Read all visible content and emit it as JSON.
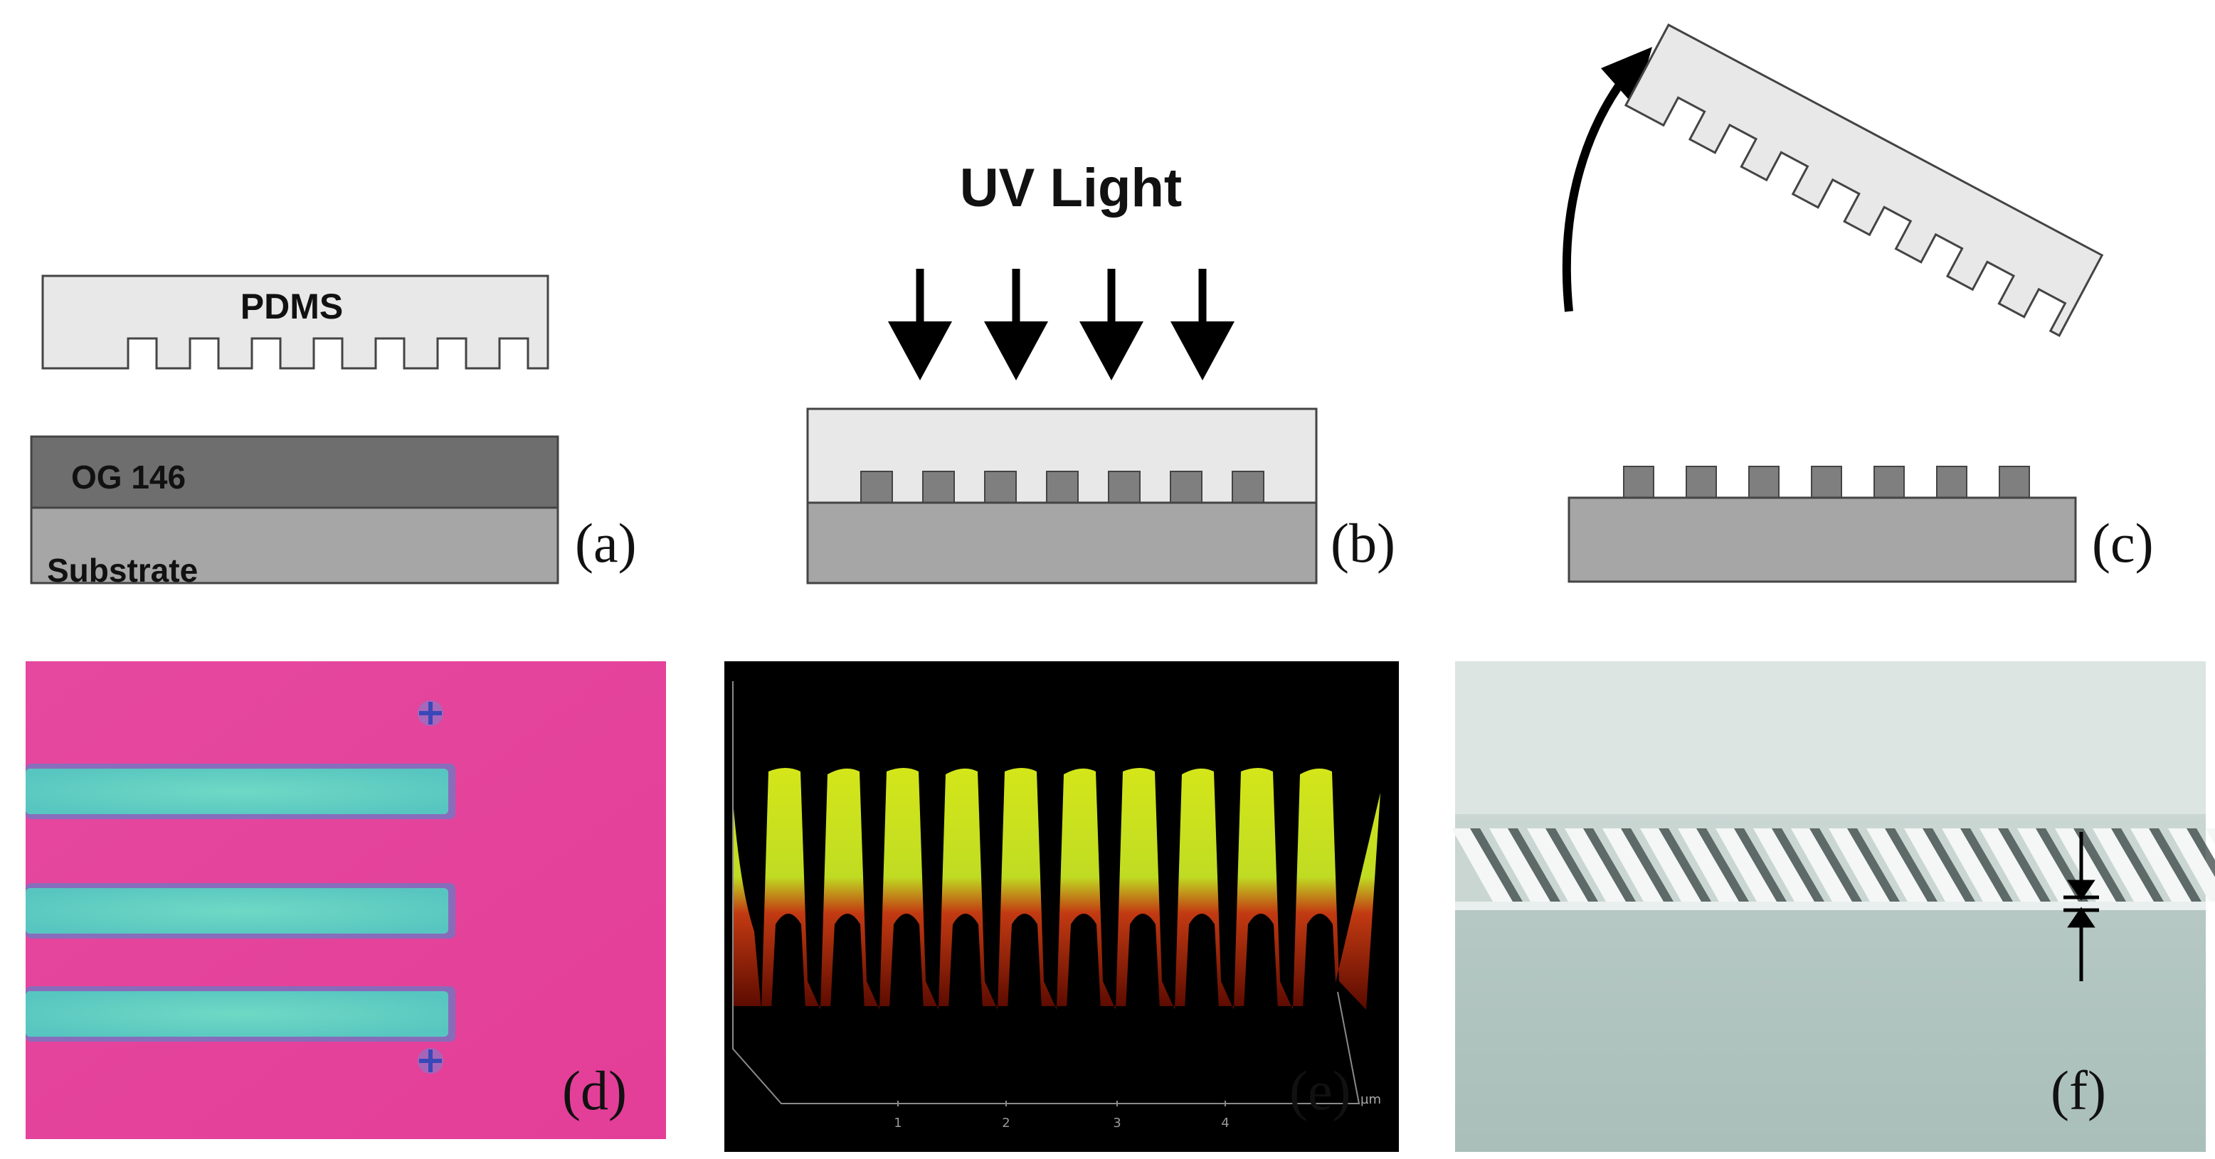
{
  "labels": {
    "pdms": "PDMS",
    "og146": "OG 146",
    "substrate": "Substrate",
    "uv_light": "UV Light"
  },
  "panels": {
    "a": "(a)",
    "b": "(b)",
    "c": "(c)",
    "d": "(d)",
    "e": "(e)",
    "f": "(f)"
  },
  "profile_axis": {
    "ticks": [
      "1",
      "2",
      "3",
      "4"
    ],
    "unit": "µm"
  },
  "colors": {
    "pdms": "#e8e8e8",
    "og146": "#6e6e6e",
    "substrate": "#a6a6a6",
    "pattern": "#7f7f7f",
    "optical_bg": "#e8419a",
    "optical_stripe": "#62d2c0",
    "profile_peak": "#cce31e",
    "profile_valley": "#b82a10",
    "sem_bg": "#bfcfcb"
  }
}
